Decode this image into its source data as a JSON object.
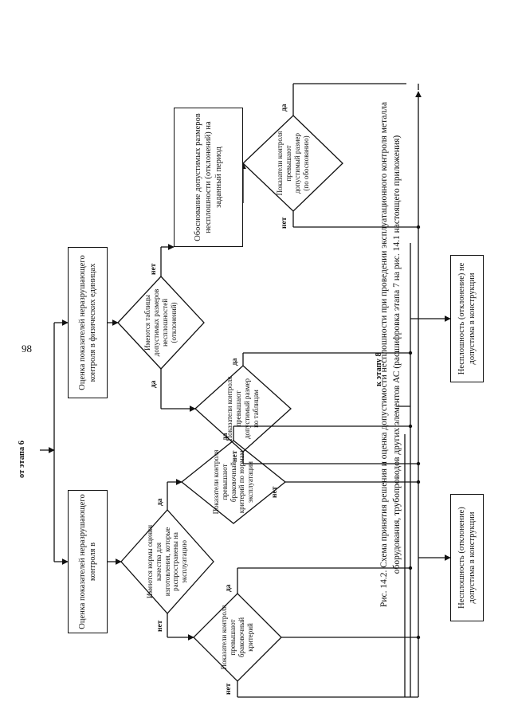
{
  "page_number": "98",
  "entries": {
    "from_stage": "от этапа 6",
    "to_stage": "к этапу 8"
  },
  "blocks": {
    "eval_nk": "Оценка показателей неразрушающего контроля в",
    "eval_physical": "Оценка показателей неразрушающего контроля в физических единицах",
    "justification": "Обоснование допустимых размеров несплошности (отклонений) на заданный период",
    "acceptable": "Несплошность (отклонение) допустима в конструкции",
    "not_acceptable": "Несплошность (отклонение) не допустима в конструкции"
  },
  "decisions": {
    "norms": "Имеются нормы оценки качества для изготовления, которые распространены на эксплуатацию",
    "tables": "Имеются таблицы допустимых размеров несплошностей (отклонений)",
    "exceed_reject": "Показатели контроля превышают браковочный критерий",
    "exceed_operation": "Показатели контроля превышают браковочный критерий по нормам эксплуатации",
    "exceed_table": "Показатели контроля превышают допустимый размер по таблицам",
    "exceed_justified": "Показатели контроля превышают допустимый размер (по обоснованию)"
  },
  "labels": {
    "yes": "да",
    "no": "нет"
  },
  "caption": "Рис. 14.2. Схема принятия решения и оценка допустимости несплошности при проведении эксплуатационного контроля металла оборудования, трубопроводов других элементов АС (расшифровка этапа 7 на рис. 14.1 настоящего приложения)"
}
